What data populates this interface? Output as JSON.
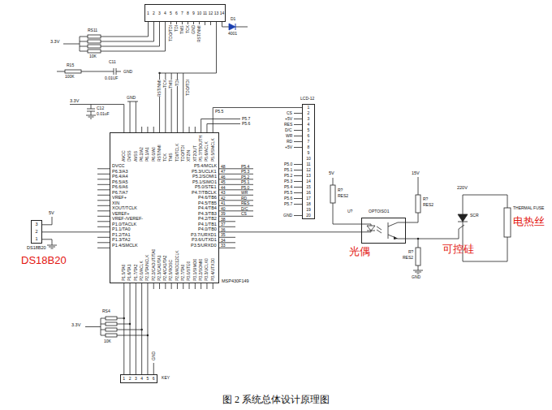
{
  "diagram": {
    "caption": "图 2 系统总体设计原理图",
    "nodes": [
      {
        "text": [
          "1",
          "2",
          "3",
          "4",
          "5",
          "6",
          "7",
          "8",
          "9",
          "10",
          "11",
          "12",
          "13",
          "14"
        ]
      },
      {
        "text": [
          "MSP430F149"
        ]
      },
      {
        "text": [
          "LCD-12",
          "1",
          "2",
          "3",
          "4",
          "5",
          "6",
          "7",
          "8",
          "9",
          "10",
          "11",
          "12",
          "13",
          "14",
          "15",
          "16",
          "17",
          "18",
          "19",
          "20"
        ]
      },
      {
        "text": [
          "DS18B20",
          "3",
          "2",
          "1"
        ]
      },
      {
        "text": [
          "KEY",
          "1",
          "2",
          "3",
          "4",
          "5",
          "6"
        ]
      },
      {
        "text": [
          "OPTOISO1"
        ]
      }
    ],
    "edges": [
      {
        "from": 0,
        "to": 1,
        "arrow": "none"
      },
      {
        "from": 1,
        "to": 2,
        "arrow": "none"
      },
      {
        "from": 3,
        "to": 1,
        "arrow": "none"
      },
      {
        "from": 1,
        "to": 4,
        "arrow": "none"
      },
      {
        "from": 1,
        "to": 5,
        "arrow": "none"
      }
    ],
    "labels": [
      "TDO/TDI",
      "TDI",
      "TMS",
      "TCK",
      "GND",
      "RST/NMI",
      "3.3V",
      "RS11",
      "10K",
      "R15",
      "100K",
      "C11",
      "0.01UF",
      "GND",
      "D1",
      "4001",
      "3.3V",
      "GND",
      "C12",
      "0.01uF",
      "AVCC",
      "DVSS",
      "AVSS",
      "P6.2/A2",
      "P6.1/A1",
      "P6.0/A0",
      "RST/NMI",
      "TCK",
      "TMS",
      "TDI/TCLK",
      "TDO/TDI",
      "XT2IN",
      "XT2OUT",
      "P5.7/TBOUTH",
      "P5.6/ACLK",
      "P5.5/SMCLK",
      "RST/NMI",
      "TCK",
      "TMS",
      "TDI",
      "TDO/TDI",
      "DVCC",
      "P6.3/A3",
      "P6.4/A4",
      "P6.5/A5",
      "P6.6/A6",
      "P6.7/A7",
      "VREF+",
      "XIN",
      "XOUT/TCLK",
      "VEREF+",
      "VREF-/VEREF-",
      "P1.0/TACLK",
      "P1.1/TA0",
      "P1.2/TA1",
      "P1.3/TA2",
      "P1.4/SMCLK",
      "P5.4/MCLK",
      "P5.3/UCLK1",
      "P5.2/SOMI1",
      "P5.1/SIMO1",
      "P5.0/STE1",
      "P4.7/TBCLK",
      "P4.6/TB6",
      "P4.5/TB5",
      "P4.4/TB4",
      "P4.3/TB3",
      "P4.2/TB2",
      "P4.1/TB1",
      "P4.0/TB0",
      "P3.7/URXD1",
      "P3.6/UTXD1",
      "P3.5/URXD0",
      "48",
      "47",
      "46",
      "45",
      "44",
      "43",
      "42",
      "41",
      "40",
      "39",
      "38",
      "37",
      "36",
      "35",
      "34",
      "33",
      "P1.5/TA0",
      "P1.6/TA1",
      "P1.7/TA2",
      "P2.0/ACLK",
      "P2.1/TAINCLK",
      "P2.2/CAOUT/TA0",
      "P2.3/CA0/TA1",
      "P2.4/CA1/TA2",
      "P2.5/ROSC",
      "P2.6/ADC12CLK",
      "P2.7/TA0",
      "P3.0/STE0",
      "P3.1/SIMO0",
      "P3.2/SOMI0",
      "P3.3/UCLK0",
      "P3.4/UTXD0",
      "P5.7",
      "P5.6",
      "P5.5",
      "P5.4",
      "P5.3",
      "P5.2",
      "P5.1",
      "P5.0",
      "WR",
      "RD",
      "RES",
      "D/C",
      "CS",
      "CS",
      "+5V",
      "RES",
      "D/C",
      "WR",
      "RD",
      "+5V",
      "P5.0",
      "P5.1",
      "P5.2",
      "P5.3",
      "P5.4",
      "P5.5",
      "P5.6",
      "P5.7",
      "GND",
      "5V",
      "DS18B20",
      "3.3V",
      "RS4",
      "10K",
      "GND",
      "5V",
      "R?",
      "RES2",
      "U?",
      "15V",
      "R?",
      "RES2",
      "R?",
      "RES2",
      "GND",
      "220V",
      "SCR",
      "THERMAL FUSE",
      "光偶",
      "可控硅",
      "电热丝"
    ]
  }
}
